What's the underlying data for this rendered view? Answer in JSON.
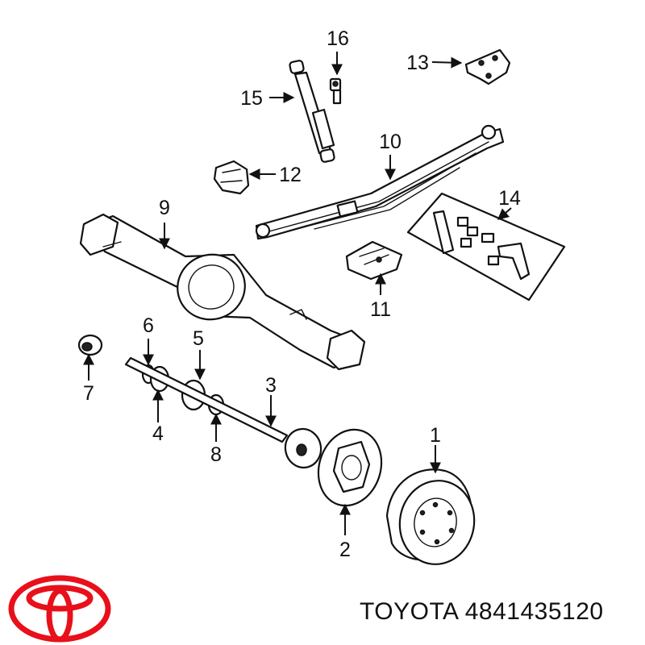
{
  "caption": "TOYOTA 4841435120",
  "colors": {
    "logo": "#e8101a",
    "ink": "#111111"
  },
  "logo": "toyota-emblem",
  "callouts": [
    "1",
    "2",
    "3",
    "4",
    "5",
    "6",
    "7",
    "8",
    "9",
    "10",
    "11",
    "12",
    "13",
    "14",
    "15",
    "16"
  ]
}
